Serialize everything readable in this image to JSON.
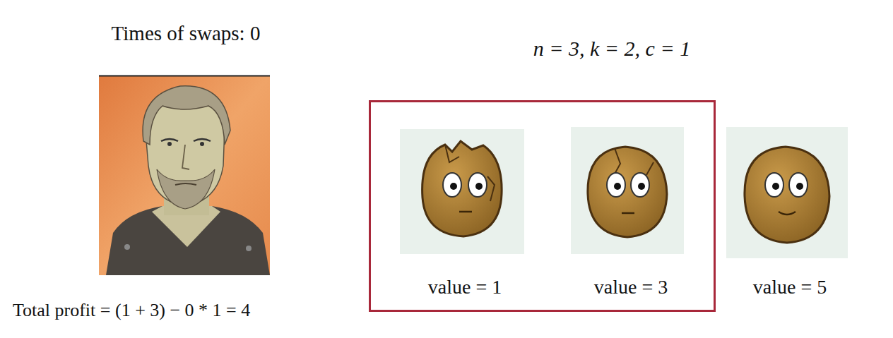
{
  "diagram": {
    "nodes": [
      {
        "text": []
      },
      {
        "text": [
          "value = 1"
        ],
        "in": 0
      },
      {
        "text": [
          "value = 3"
        ],
        "in": 0
      },
      {
        "text": [
          "value = 5"
        ]
      }
    ],
    "labels": [
      "Times of swaps: 0",
      "n = 3, k = 2, c = 1",
      "Total profit = (1 + 3) − 0 * 1 = 4"
    ]
  }
}
